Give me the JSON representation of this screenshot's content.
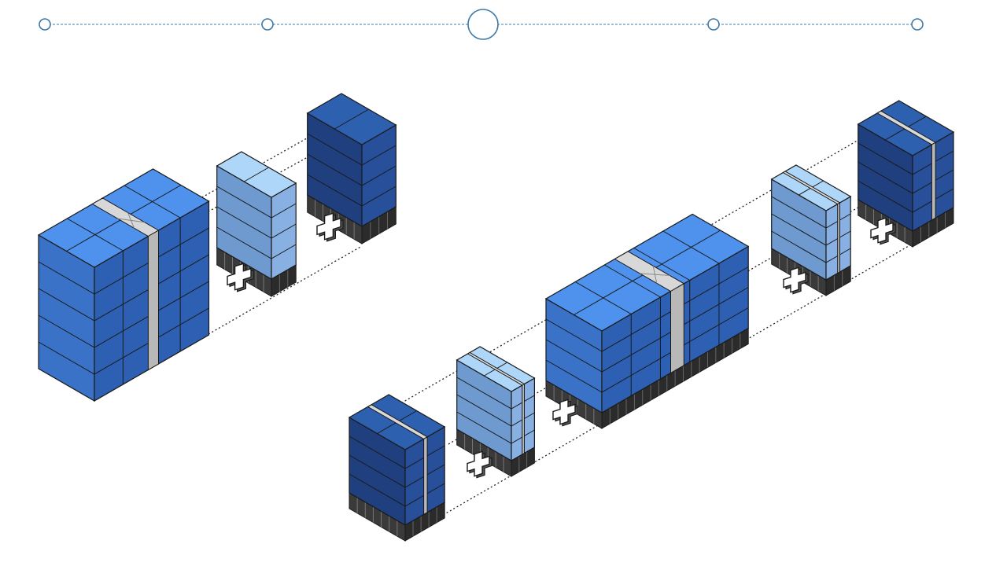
{
  "colors": {
    "background": "#ffffff",
    "timeline": "#3e78a7",
    "outline": "#1a1a1a",
    "wrap": "#d8d8d8",
    "pallet": "#3a3a3a",
    "plus_fill": "#ffffff",
    "palettes": {
      "bright": {
        "top": "#4e92ee",
        "left": "#3a72c8",
        "right": "#2d60b2"
      },
      "pale": {
        "top": "#aed6f8",
        "left": "#6f9ad0",
        "right": "#88b0e2"
      },
      "navy": {
        "top": "#2e60b0",
        "left": "#1f3f7e",
        "right": "#274f9a"
      }
    }
  },
  "timeline": {
    "step_count": 5,
    "current_step": 3
  },
  "diagram": {
    "description_icons": [
      "stacked-box-icon",
      "plus-icon",
      "dotted-guide-line"
    ],
    "groups": [
      {
        "name": "left-assembly",
        "result": {
          "palette": "bright",
          "columns": 4,
          "layers": 5,
          "strap": true,
          "tape_x": true
        },
        "parts": [
          {
            "palette": "pale",
            "columns": 1,
            "layers": 4
          },
          {
            "palette": "navy",
            "columns": 1,
            "layers": 4
          }
        ]
      },
      {
        "name": "right-assembly",
        "result": {
          "palette": "bright",
          "columns": 5,
          "layers": 4,
          "strap": true,
          "tape_x": true
        },
        "parts": [
          {
            "palette": "navy",
            "columns": 2,
            "layers": 4
          },
          {
            "palette": "pale",
            "columns": 2,
            "layers": 4
          },
          {
            "palette": "pale",
            "columns": 2,
            "layers": 4
          },
          {
            "palette": "navy",
            "columns": 2,
            "layers": 4
          }
        ]
      }
    ]
  }
}
